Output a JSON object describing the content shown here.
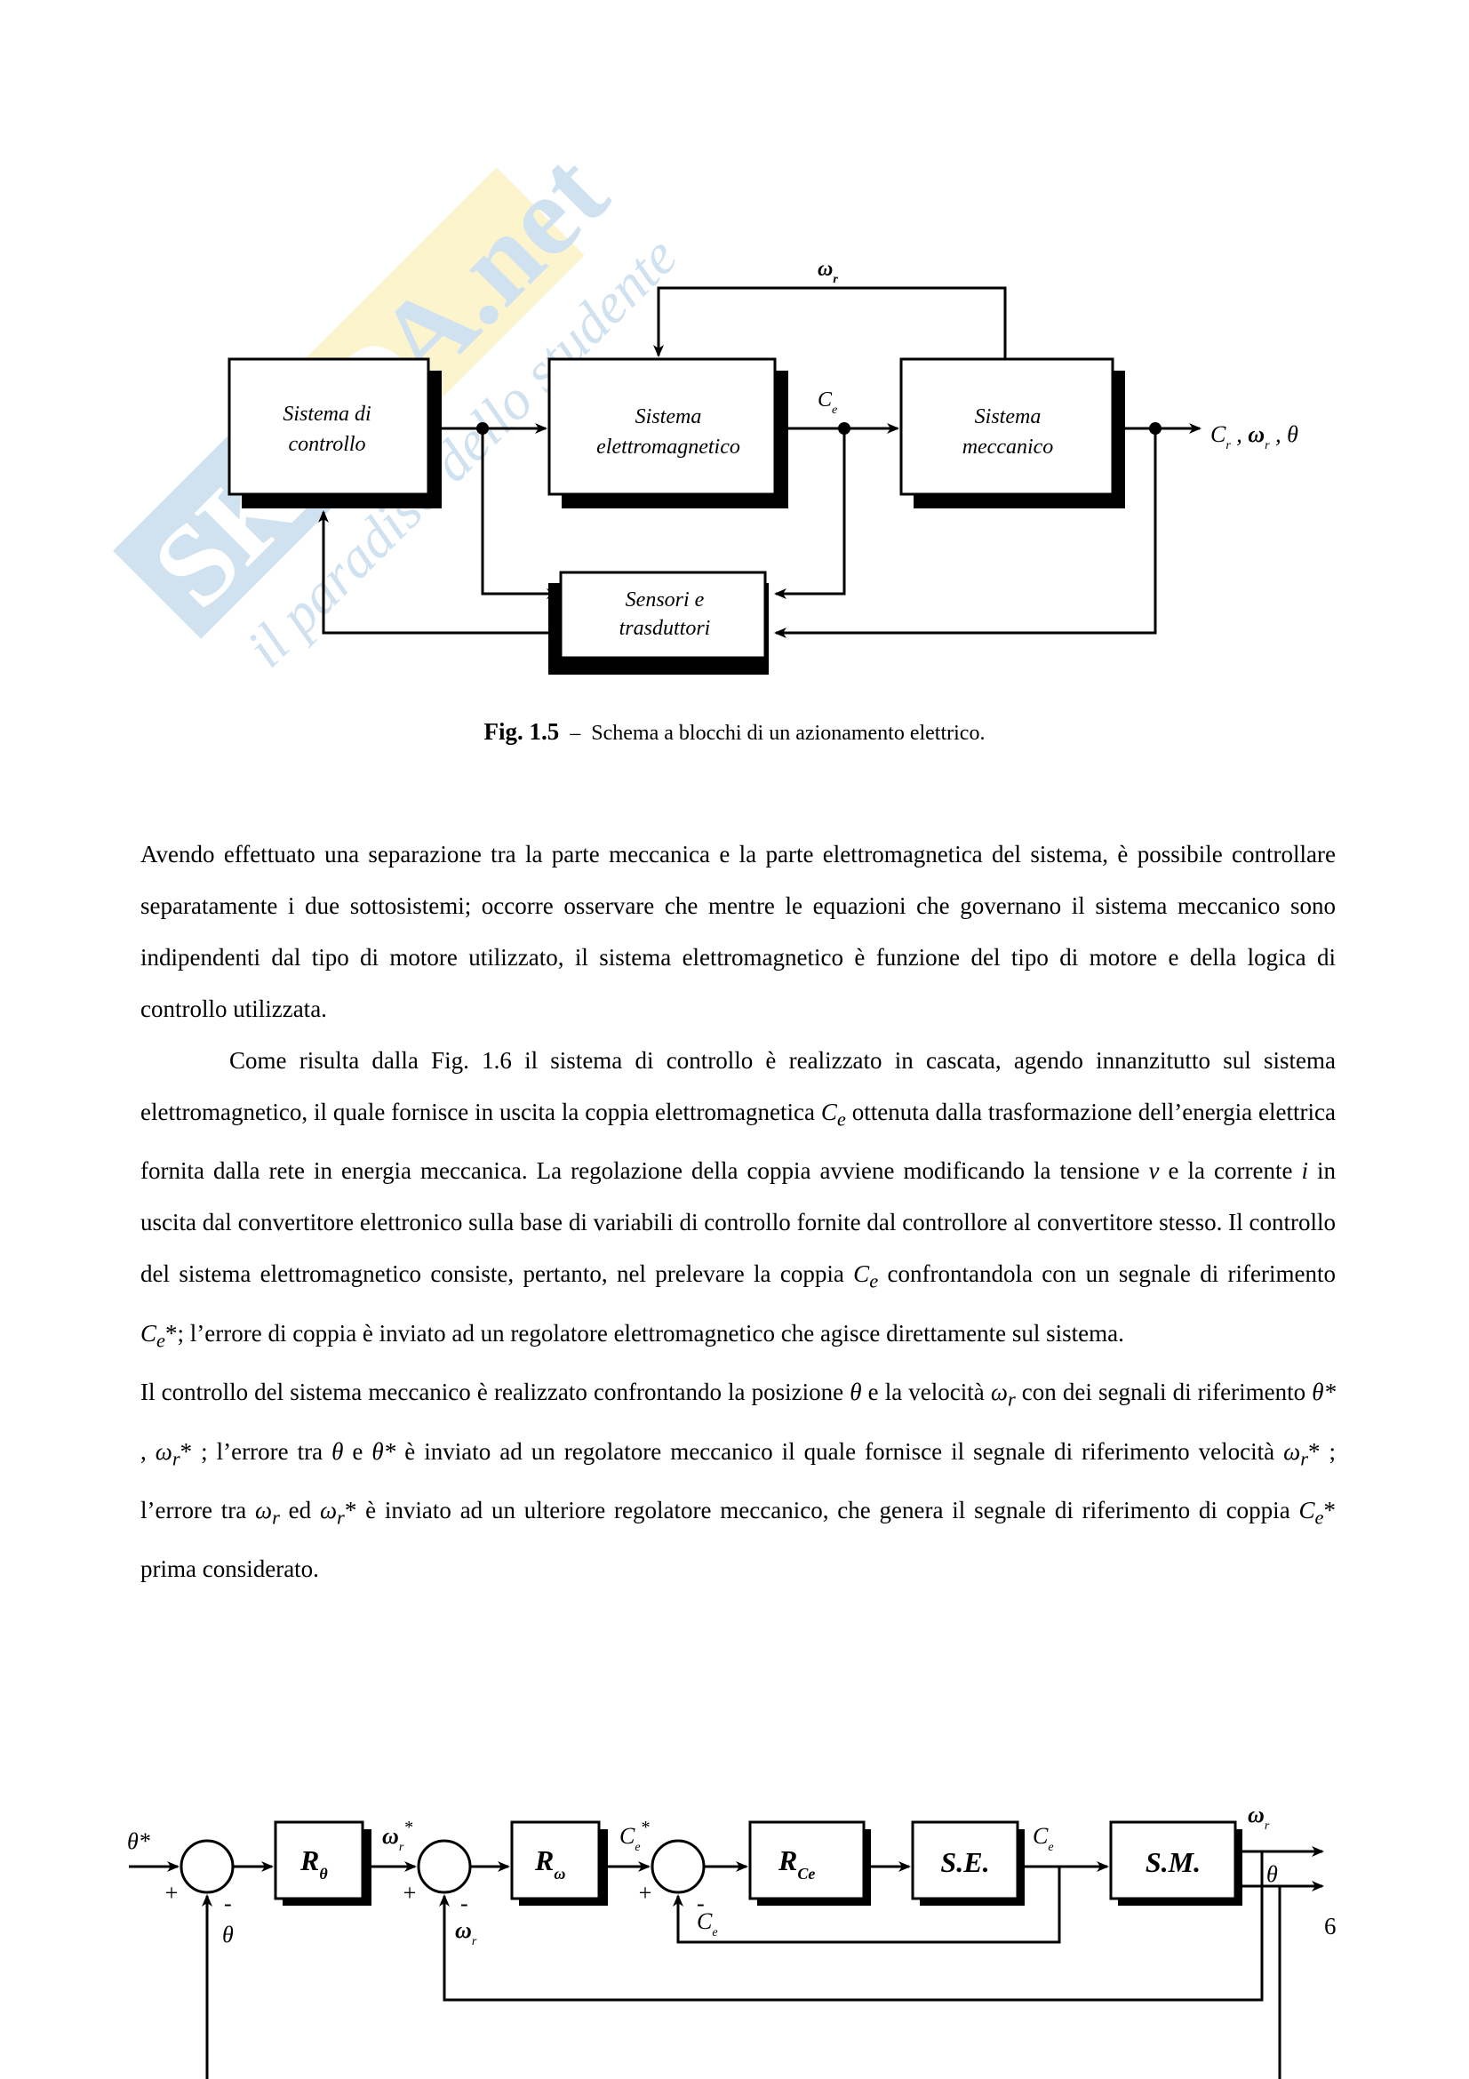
{
  "watermark": {
    "brand": "SKUOLA.net",
    "tagline": "il paradiso dello studente",
    "colors": {
      "blue": "#2e7fc0",
      "yellow": "#f2d21b"
    }
  },
  "figure_top": {
    "blocks": {
      "control": [
        "Sistema di",
        "controllo"
      ],
      "electromagnetic": [
        "Sistema",
        "elettromagnetico"
      ],
      "mechanical": [
        "Sistema",
        "meccanico"
      ],
      "sensors": [
        "Sensori e",
        "trasduttori"
      ]
    },
    "labels": {
      "feedback_top": {
        "main": "ω",
        "sub": "r"
      },
      "ce": {
        "main": "C",
        "sub": "e"
      },
      "outputs": [
        {
          "main": "C",
          "sub": "r"
        },
        {
          "main": "ω",
          "sub": "r"
        },
        {
          "main": "θ",
          "sub": ""
        }
      ]
    },
    "caption": {
      "label": "Fig. 1.5",
      "dash": "–",
      "text": "Schema a blocchi di un azionamento elettrico."
    }
  },
  "body": {
    "p1": "Avendo effettuato una separazione tra la parte meccanica e la parte elettromagnetica del sistema,  è possibile controllare separatamente i due sottosistemi; occorre osservare che mentre le equazioni che governano il sistema meccanico sono indipendenti dal tipo di motore utilizzato, il sistema elet­tromagnetico è funzione del tipo di motore e della logica di controllo utilizzata.",
    "p2": {
      "t1": "Come risulta dalla Fig. 1.6 il sistema di controllo è realizzato in cascata,  agendo innanzitutto sul sistema elettromagnetico, il quale fornisce in uscita la coppia elettromagnetica ",
      "ce": "C",
      "e": "e",
      "t2": " ottenuta dalla trasformazione dell’energia elettrica fornita dalla rete in energia meccanica. La regolazione della coppia avviene modificando la tensione ",
      "v": "v",
      "t3": " e la corrente ",
      "i": "i",
      "t4": " in uscita dal convertitore elettronico sulla base di variabili di controllo fornite dal controllore al convertitore stesso. Il controllo del sistema elettromagnetico consiste, pertanto, nel prelevare la coppia ",
      "t5": " confrontandola con un segnale di riferimento ",
      "star": "*",
      "t6": "; l’errore di coppia è inviato ad un regolatore elettromagnetico che agisce direttamente sul sistema."
    },
    "p3": {
      "t1": "Il controllo del sistema meccanico è realizzato confrontando la posizione ",
      "theta": "θ",
      "t2": " e la velocità ",
      "omega": "ω",
      "r": "r",
      "t3": " con dei segnali di riferimento ",
      "thetastar": "θ*",
      "t4": " ,  ",
      "star": "*",
      "t5": " ; l’errore tra ",
      "t6": " e ",
      "t7": " è inviato ad un regolatore meccanico il quale fornisce il segnale di riferimento velocità ",
      "t8": " ; l’errore tra ",
      "t9": " ed ",
      "t10": " è inviato ad un ulteriore regolatore meccanico, che genera il segnale di riferimento di coppia ",
      "ce": "C",
      "e": "e",
      "t11": " prima considerato."
    }
  },
  "figure_bottom": {
    "blocks": {
      "r_theta": {
        "main": "R",
        "sub": "θ"
      },
      "r_omega": {
        "main": "R",
        "sub": "ω"
      },
      "r_ce": {
        "main": "R",
        "sub": "Ce"
      },
      "se": "S.E.",
      "sm": "S.M."
    },
    "labels": {
      "theta_star": "θ*",
      "omega_r_star": {
        "main": "ω",
        "sub": "r",
        "sup": "*"
      },
      "ce_star": {
        "main": "C",
        "sub": "e",
        "sup": "*"
      },
      "ce": {
        "main": "C",
        "sub": "e"
      },
      "omega_r_out": {
        "main": "ω",
        "sub": "r"
      },
      "theta_out": "θ",
      "theta_fb": "θ",
      "omega_r_fb": {
        "main": "ω",
        "sub": "r"
      },
      "ce_fb": {
        "main": "C",
        "sub": "e"
      },
      "plus": "+",
      "minus": "-"
    }
  },
  "page_number": "6"
}
